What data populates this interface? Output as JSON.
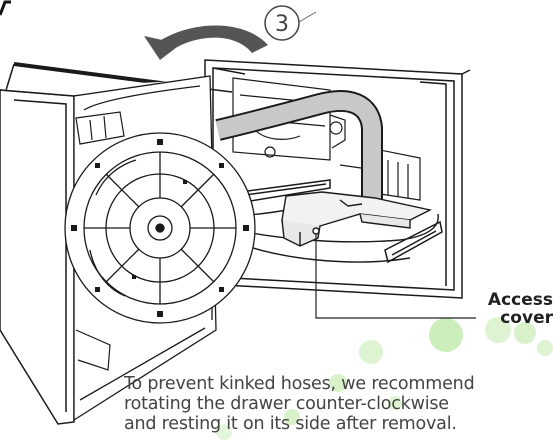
{
  "step": {
    "number": "3"
  },
  "callout": {
    "line1": "Access",
    "line2": "cover"
  },
  "caption": {
    "line1": "To prevent kinked hoses, we recommend",
    "line2": "rotating the drawer counter-clockwise",
    "line3": "and resting it on its side after removal."
  },
  "colors": {
    "line": "#1a1a1a",
    "hose": "#c8c8c8",
    "dot": "#8fd76a",
    "text": "#444444"
  },
  "icons": [
    "rotation-arrow-icon"
  ]
}
